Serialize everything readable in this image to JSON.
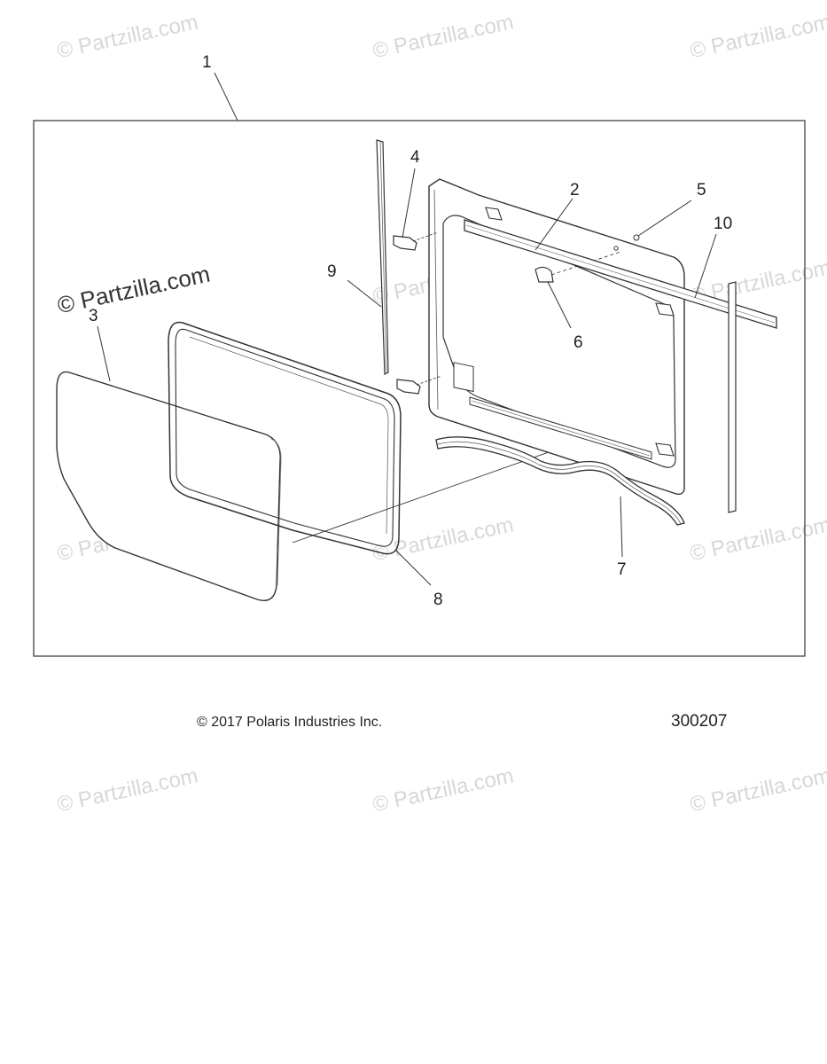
{
  "watermark": "© Partzilla.com",
  "callouts": {
    "c1": "1",
    "c2": "2",
    "c3": "3",
    "c4": "4",
    "c5": "5",
    "c6": "6",
    "c7": "7",
    "c8": "8",
    "c9": "9",
    "c10": "10"
  },
  "footer": {
    "copyright": "© 2017 Polaris Industries Inc.",
    "diagram_number": "300207"
  }
}
